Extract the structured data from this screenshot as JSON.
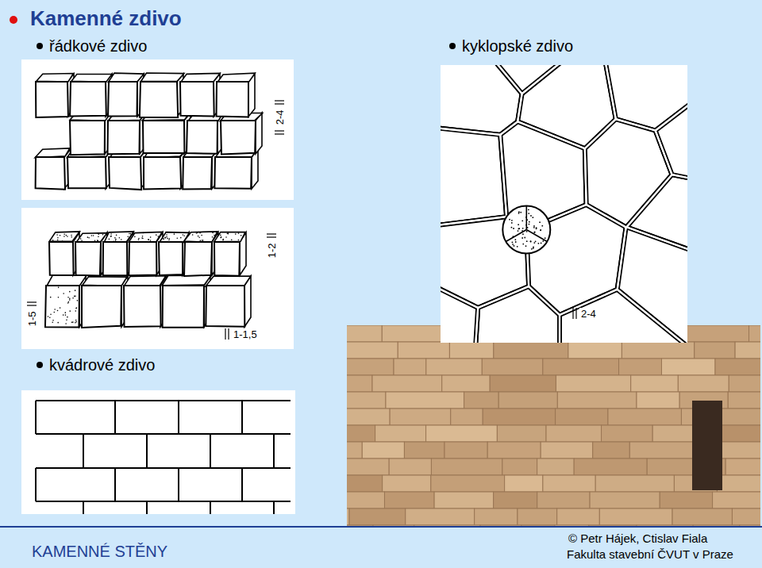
{
  "diagram": {
    "title": "Kamenné zdivo",
    "labels": [
      "řádkové zdivo",
      "kyklopské zdivo",
      "kvádrové zdivo",
      "2-4",
      "1-2",
      "1-1,5",
      "1-5",
      "2-4",
      "KAMENNÉ STĚNY",
      "© Petr Hájek, Ctislav Fiala",
      "Fakulta stavební ČVUT v Praze"
    ]
  }
}
